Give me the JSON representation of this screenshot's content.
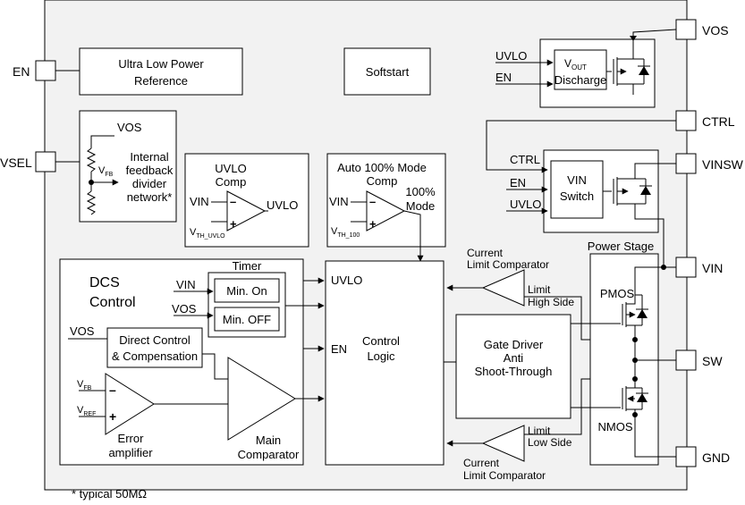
{
  "pins": {
    "en": "EN",
    "vsel": "VSEL",
    "vos": "VOS",
    "ctrl": "CTRL",
    "vinsw": "VINSW",
    "vin": "VIN",
    "sw": "SW",
    "gnd": "GND"
  },
  "blocks": {
    "reference_l1": "Ultra Low Power",
    "reference_l2": "Reference",
    "softstart": "Softstart",
    "feedback_vos": "VOS",
    "feedback_vfb_main": "V",
    "feedback_vfb_sub": "FB",
    "feedback_l1": "Internal",
    "feedback_l2": "feedback",
    "feedback_l3": "divider",
    "feedback_l4": "network*",
    "uvlo_comp_l1": "UVLO",
    "uvlo_comp_l2": "Comp",
    "uvlo_comp_vin": "VIN",
    "uvlo_comp_out": "UVLO",
    "uvlo_comp_vth_main": "V",
    "uvlo_comp_vth_sub": "TH_UVLO",
    "auto_l1": "Auto 100% Mode",
    "auto_l2": "Comp",
    "auto_vin": "VIN",
    "auto_out_l1": "100%",
    "auto_out_l2": "Mode",
    "auto_vth_main": "V",
    "auto_vth_sub": "TH_100",
    "vout_main": "V",
    "vout_sub": "OUT",
    "discharge": "Discharge",
    "discharge_uvlo": "UVLO",
    "discharge_en": "EN",
    "vin_switch_l1": "VIN",
    "vin_switch_l2": "Switch",
    "vin_switch_ctrl": "CTRL",
    "vin_switch_en": "EN",
    "vin_switch_uvlo": "UVLO",
    "dcs_l1": "DCS",
    "dcs_l2": "Control",
    "timer": "Timer",
    "timer_vin": "VIN",
    "timer_vos": "VOS",
    "min_on": "Min. On",
    "min_off": "Min. OFF",
    "direct_vos": "VOS",
    "direct_l1": "Direct Control",
    "direct_l2": "& Compensation",
    "err_vfb_main": "V",
    "err_vfb_sub": "FB",
    "err_vref_main": "V",
    "err_vref_sub": "REF",
    "error_l1": "Error",
    "error_l2": "amplifier",
    "main_l1": "Main",
    "main_l2": "Comparator",
    "control_uvlo": "UVLO",
    "control_en": "EN",
    "control_l1": "Control",
    "control_l2": "Logic",
    "gate_l1": "Gate Driver",
    "gate_l2": "Anti",
    "gate_l3": "Shoot-Through",
    "cl_top_l1": "Current",
    "cl_top_l2": "Limit Comparator",
    "limit_high_l1": "Limit",
    "limit_high_l2": "High Side",
    "cl_bot_l1": "Current",
    "cl_bot_l2": "Limit Comparator",
    "limit_low_l1": "Limit",
    "limit_low_l2": "Low Side",
    "power_stage": "Power Stage",
    "pmos": "PMOS",
    "nmos": "NMOS"
  },
  "footnote": "* typical 50MΩ",
  "colors": {
    "chip_fill": "#f2f2f2",
    "line": "#000000"
  }
}
